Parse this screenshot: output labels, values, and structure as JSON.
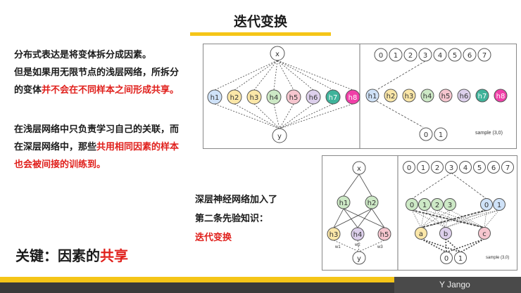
{
  "title": "迭代变换",
  "paragraph1": {
    "line1": "分布式表达是将变体拆分成因素。",
    "line2": "但是如果用无限节点的浅层网络，所拆分",
    "line3_normal": "的变体",
    "line3_red": "并不会在不同样本之间形成共享。"
  },
  "paragraph2": {
    "line1": "在浅层网络中只负责学习自己的关联，而",
    "line2_normal": "在深层网络中，那些",
    "line2_red": "共用相同因素的样本",
    "line3_red": "也会被间接的训练到。"
  },
  "paragraph3": {
    "line1": "深层神经网络加入了",
    "line2": "第二条先验知识：",
    "line3_red": "迭代变换"
  },
  "key": {
    "normal": "关键：因素的",
    "red": "共享"
  },
  "signature": "Y Jango",
  "shallow": {
    "input": "x",
    "output": "y",
    "hidden": [
      "h1",
      "h2",
      "h3",
      "h4",
      "h5",
      "h6",
      "h7",
      "h8"
    ],
    "digits": [
      "0",
      "1",
      "2",
      "3",
      "4",
      "5",
      "6",
      "7"
    ],
    "out_digits": [
      "0",
      "1"
    ],
    "sample_label": "sample (3,0)"
  },
  "deep": {
    "input": "x",
    "output": "y",
    "layer1": [
      "h1",
      "h2"
    ],
    "layer2": [
      "h3",
      "h4",
      "h5"
    ],
    "weights": [
      "w1",
      "w2",
      "w3"
    ],
    "digits": [
      "0",
      "1",
      "2",
      "3",
      "4",
      "5",
      "6",
      "7"
    ],
    "mid_digits_left": [
      "0",
      "1",
      "2",
      "3"
    ],
    "mid_digits_right": [
      "0",
      "1"
    ],
    "factors": [
      "a",
      "b",
      "c"
    ],
    "out_digits": [
      "0",
      "1"
    ],
    "sample_label": "sample (3,0)"
  },
  "colors": {
    "accent_red": "#e0201c",
    "title_bar": "#f5c518",
    "h1": "#cfe2f8",
    "h2": "#fbe7a8",
    "h3": "#fbe7a8",
    "h4": "#cde9c6",
    "h5": "#f6c6cf",
    "h6": "#ddd0ec",
    "h7": "#3fb39a",
    "h8": "#f03fa8"
  }
}
